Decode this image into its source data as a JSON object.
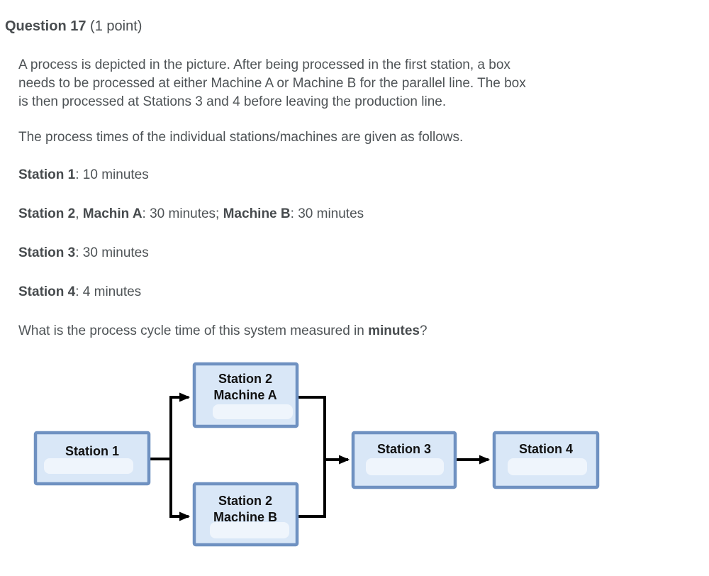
{
  "question": {
    "number_label": "Question 17",
    "points_label": " (1 point)",
    "intro_lines": [
      "A process is depicted in the picture. After being processed in the first station, a box",
      "needs to be processed at either Machine A or Machine B for the parallel line. The box",
      "is then processed at Stations 3 and 4 before leaving the production line."
    ],
    "times_intro": "The process times of the individual stations/machines are given as follows.",
    "time1": {
      "b1": "Station 1",
      "t1": ": 10 minutes"
    },
    "time2": {
      "b1": "Station 2",
      "t1": ", ",
      "b2": "Machin A",
      "t2": ": 30 minutes; ",
      "b3": "Machine B",
      "t3": ": 30 minutes"
    },
    "time3": {
      "b1": "Station 3",
      "t1": ": 30 minutes"
    },
    "time4": {
      "b1": "Station 4",
      "t1": ": 4 minutes"
    },
    "final": {
      "t1": "What is the process cycle time of this system measured in ",
      "b1": "minutes",
      "t2": "?"
    }
  },
  "diagram": {
    "colors": {
      "node_fill": "#d9e7f7",
      "node_border": "#6f91c1",
      "arrow": "#000000",
      "label": "#111111",
      "erased_patch": "#f1f6fc"
    },
    "nodes": {
      "station1": {
        "label": "Station 1"
      },
      "station2a": {
        "line1": "Station 2",
        "line2": "Machine A"
      },
      "station2b": {
        "line1": "Station 2",
        "line2": "Machine B"
      },
      "station3": {
        "label": "Station 3"
      },
      "station4": {
        "label": "Station 4"
      }
    }
  }
}
